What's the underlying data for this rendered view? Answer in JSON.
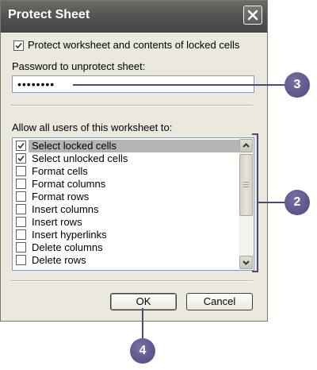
{
  "window": {
    "title": "Protect Sheet"
  },
  "protect_checkbox": {
    "label": "Protect worksheet and contents of locked cells",
    "checked": true
  },
  "password": {
    "label": "Password to unprotect sheet:",
    "value": "••••••••"
  },
  "permissions": {
    "label": "Allow all users of this worksheet to:",
    "items": [
      {
        "label": "Select locked cells",
        "checked": true,
        "selected": true
      },
      {
        "label": "Select unlocked cells",
        "checked": true,
        "selected": false
      },
      {
        "label": "Format cells",
        "checked": false,
        "selected": false
      },
      {
        "label": "Format columns",
        "checked": false,
        "selected": false
      },
      {
        "label": "Format rows",
        "checked": false,
        "selected": false
      },
      {
        "label": "Insert columns",
        "checked": false,
        "selected": false
      },
      {
        "label": "Insert rows",
        "checked": false,
        "selected": false
      },
      {
        "label": "Insert hyperlinks",
        "checked": false,
        "selected": false
      },
      {
        "label": "Delete columns",
        "checked": false,
        "selected": false
      },
      {
        "label": "Delete rows",
        "checked": false,
        "selected": false
      }
    ]
  },
  "buttons": {
    "ok": "OK",
    "cancel": "Cancel"
  },
  "callouts": {
    "password": "3",
    "list": "2",
    "ok": "4"
  },
  "colors": {
    "callout": "#5b4f8a",
    "selection": "#b5b5b5",
    "titlebar": "#5a5a58"
  }
}
